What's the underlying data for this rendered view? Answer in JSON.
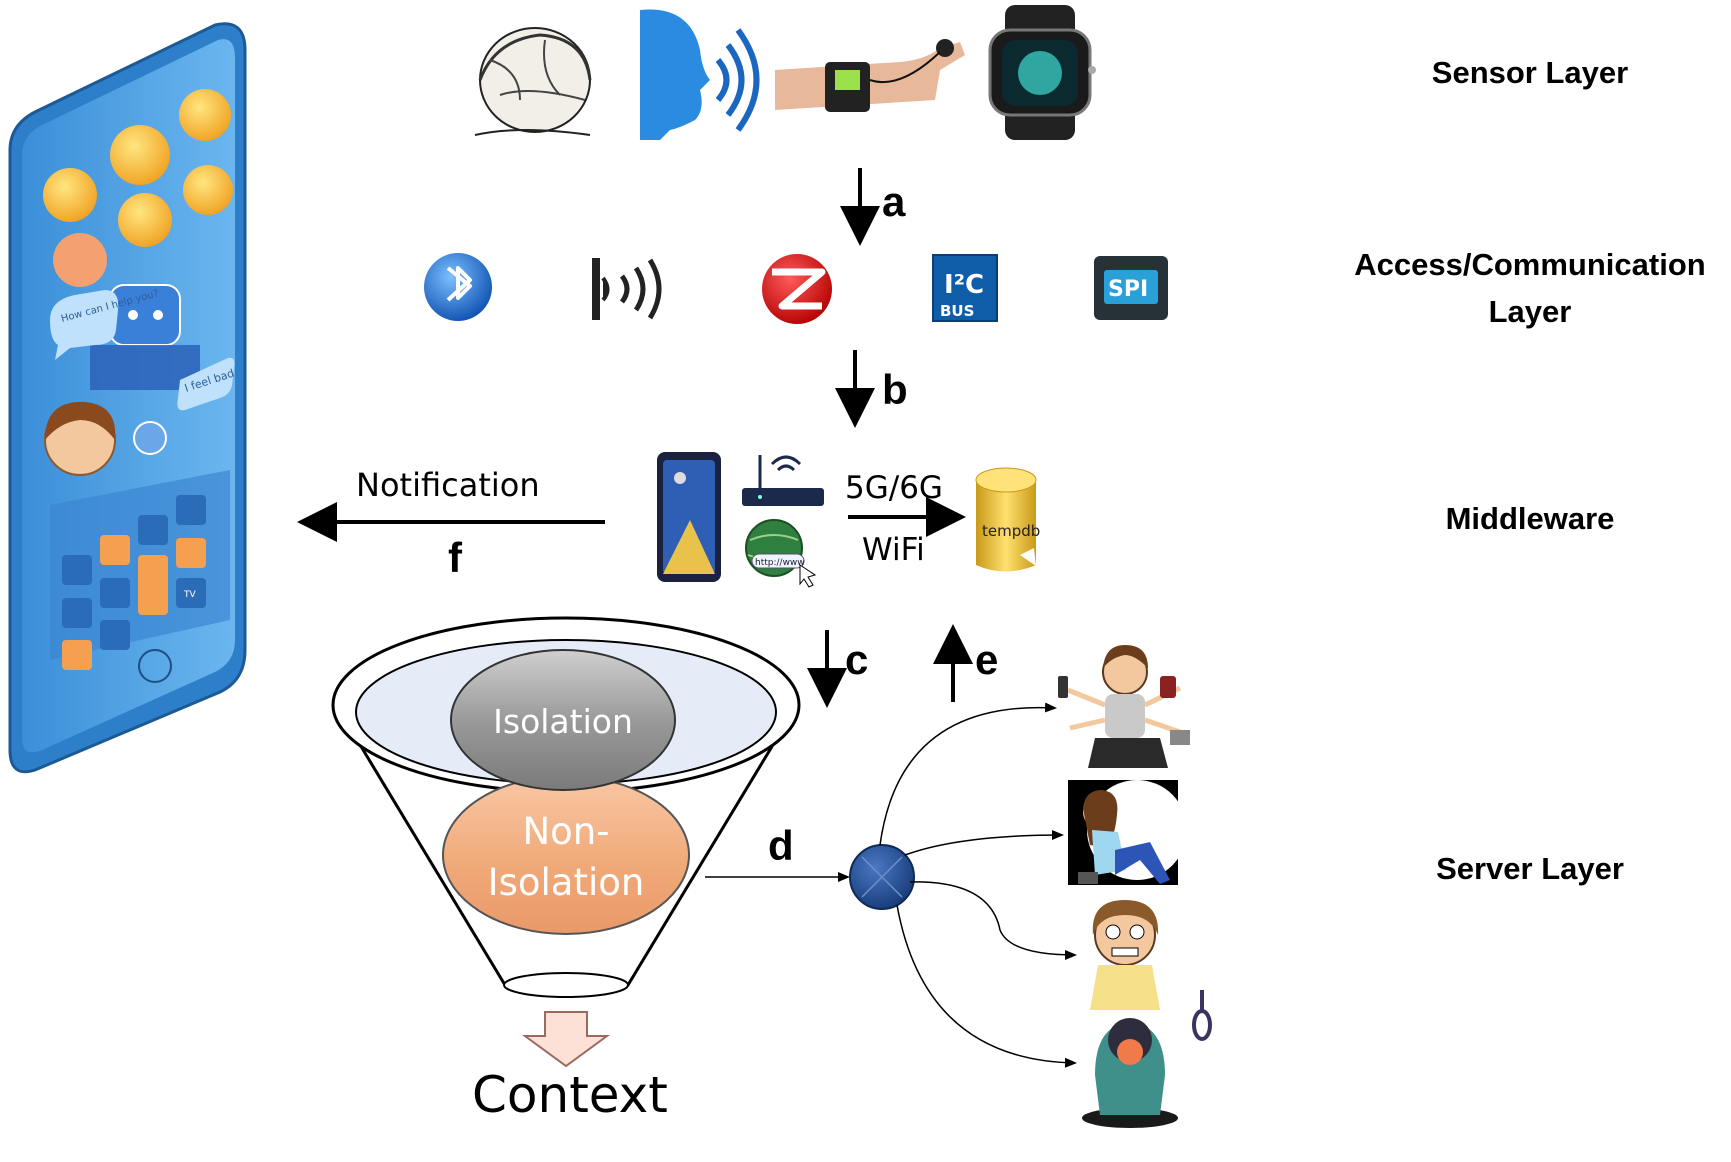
{
  "layers": {
    "sensor": "Sensor Layer",
    "access_line1": "Access/Communication",
    "access_line2": "Layer",
    "middleware": "Middleware",
    "server": "Server Layer"
  },
  "arrows": {
    "a": "a",
    "b": "b",
    "c": "c",
    "d": "d",
    "e": "e",
    "f": "f"
  },
  "middleware": {
    "notification": "Notification",
    "network_top": "5G/6G",
    "network_bottom": "WiFi",
    "db_label": "tempdb",
    "url_label": "http://www"
  },
  "funnel": {
    "isolation": "Isolation",
    "non_isolation_line1": "Non-",
    "non_isolation_line2": "Isolation",
    "output": "Context"
  },
  "access_icons": {
    "i2c_top": "I²C",
    "i2c_bottom": "BUS",
    "spi": "SPI"
  },
  "phone": {
    "bubble_1": "How can I help you?",
    "bubble_2": "I feel bad",
    "tile_tv": "TV"
  },
  "colors": {
    "phone_body": "#4f9fe0",
    "phone_screen": "#5aa9e6",
    "isolation_fill": "#9e9e9e",
    "non_isolation_fill": "#f4b183",
    "node_fill": "#1f4e96"
  }
}
